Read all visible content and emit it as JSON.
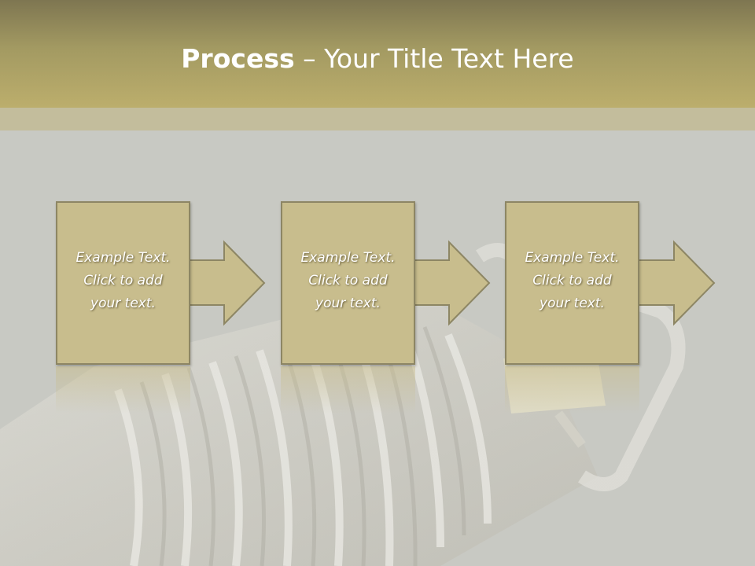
{
  "header": {
    "title_bold": "Process",
    "title_rest": " – Your Title Text Here"
  },
  "steps": [
    {
      "text": "Example Text.\nClick  to add\nyour text."
    },
    {
      "text": "Example Text.\nClick  to add\nyour text."
    },
    {
      "text": "Example Text.\nClick  to add\nyour text."
    }
  ],
  "colors": {
    "header": "#a39a62",
    "box": "#c8bd8d",
    "box_border": "#8d8664",
    "background": "#c8c9c3"
  }
}
